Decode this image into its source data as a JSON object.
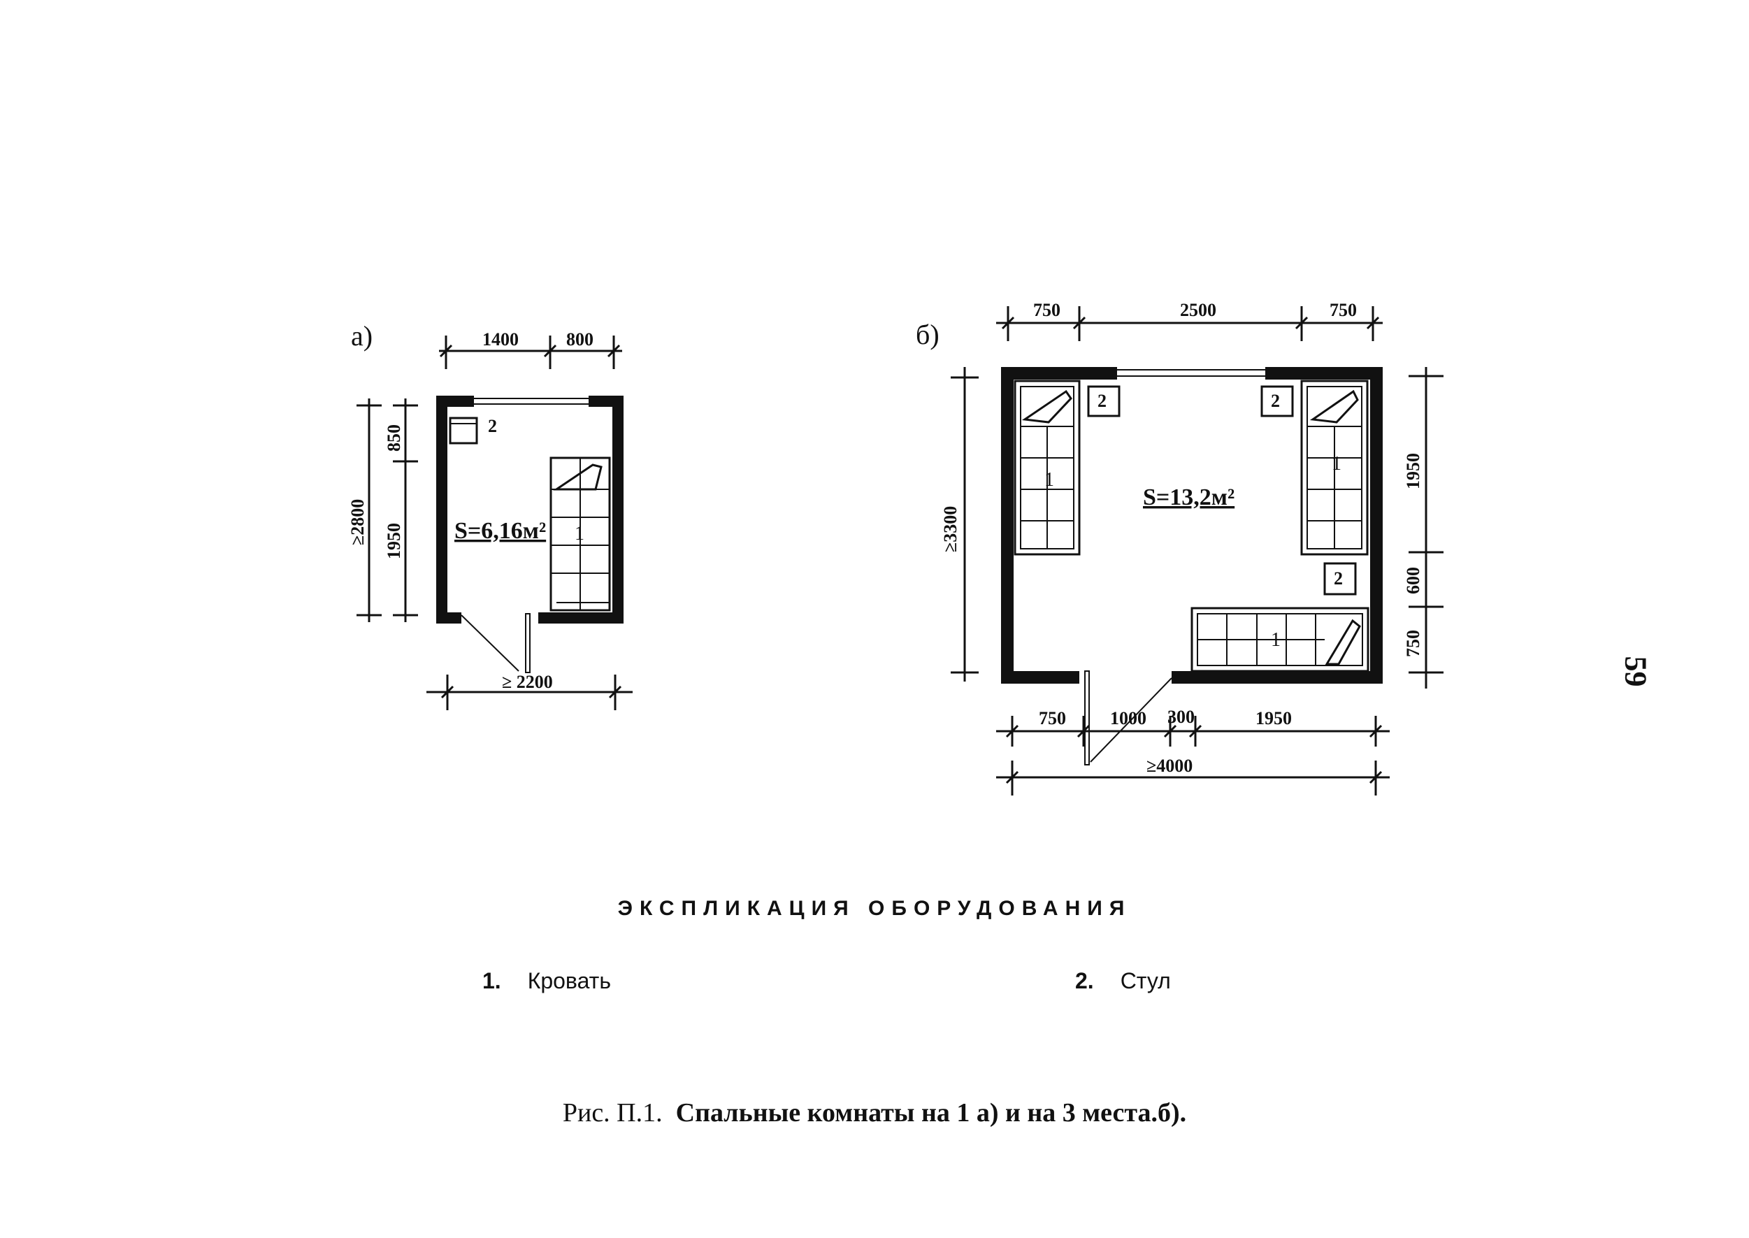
{
  "panel_a": {
    "label": "а)",
    "dims": {
      "top_1": "1400",
      "top_2": "800",
      "left_total": "≥2800",
      "left_1": "850",
      "left_2": "1950",
      "bottom": "≥ 2200"
    },
    "area": "S=6,16м²",
    "bed_number": "1",
    "chair_number": "2"
  },
  "panel_b": {
    "label": "б)",
    "dims": {
      "top_1": "750",
      "top_2": "2500",
      "top_3": "750",
      "left_total": "≥3300",
      "right_1": "1950",
      "right_2": "600",
      "right_3": "750",
      "bottom_1": "750",
      "bottom_2": "1000",
      "bottom_3": "300",
      "bottom_4": "1950",
      "bottom_total": "≥4000"
    },
    "area": "S=13,2м²",
    "bed_number": "1",
    "chair_number": "2"
  },
  "explication": {
    "title": "ЭКСПЛИКАЦИЯ ОБОРУДОВАНИЯ",
    "items": [
      {
        "num": "1.",
        "label": "Кровать"
      },
      {
        "num": "2.",
        "label": "Стул"
      }
    ]
  },
  "caption": {
    "prefix": "Рис. П.1.",
    "text": "Спальные комнаты на 1 а) и на 3 места.б)."
  },
  "page_number": "59"
}
